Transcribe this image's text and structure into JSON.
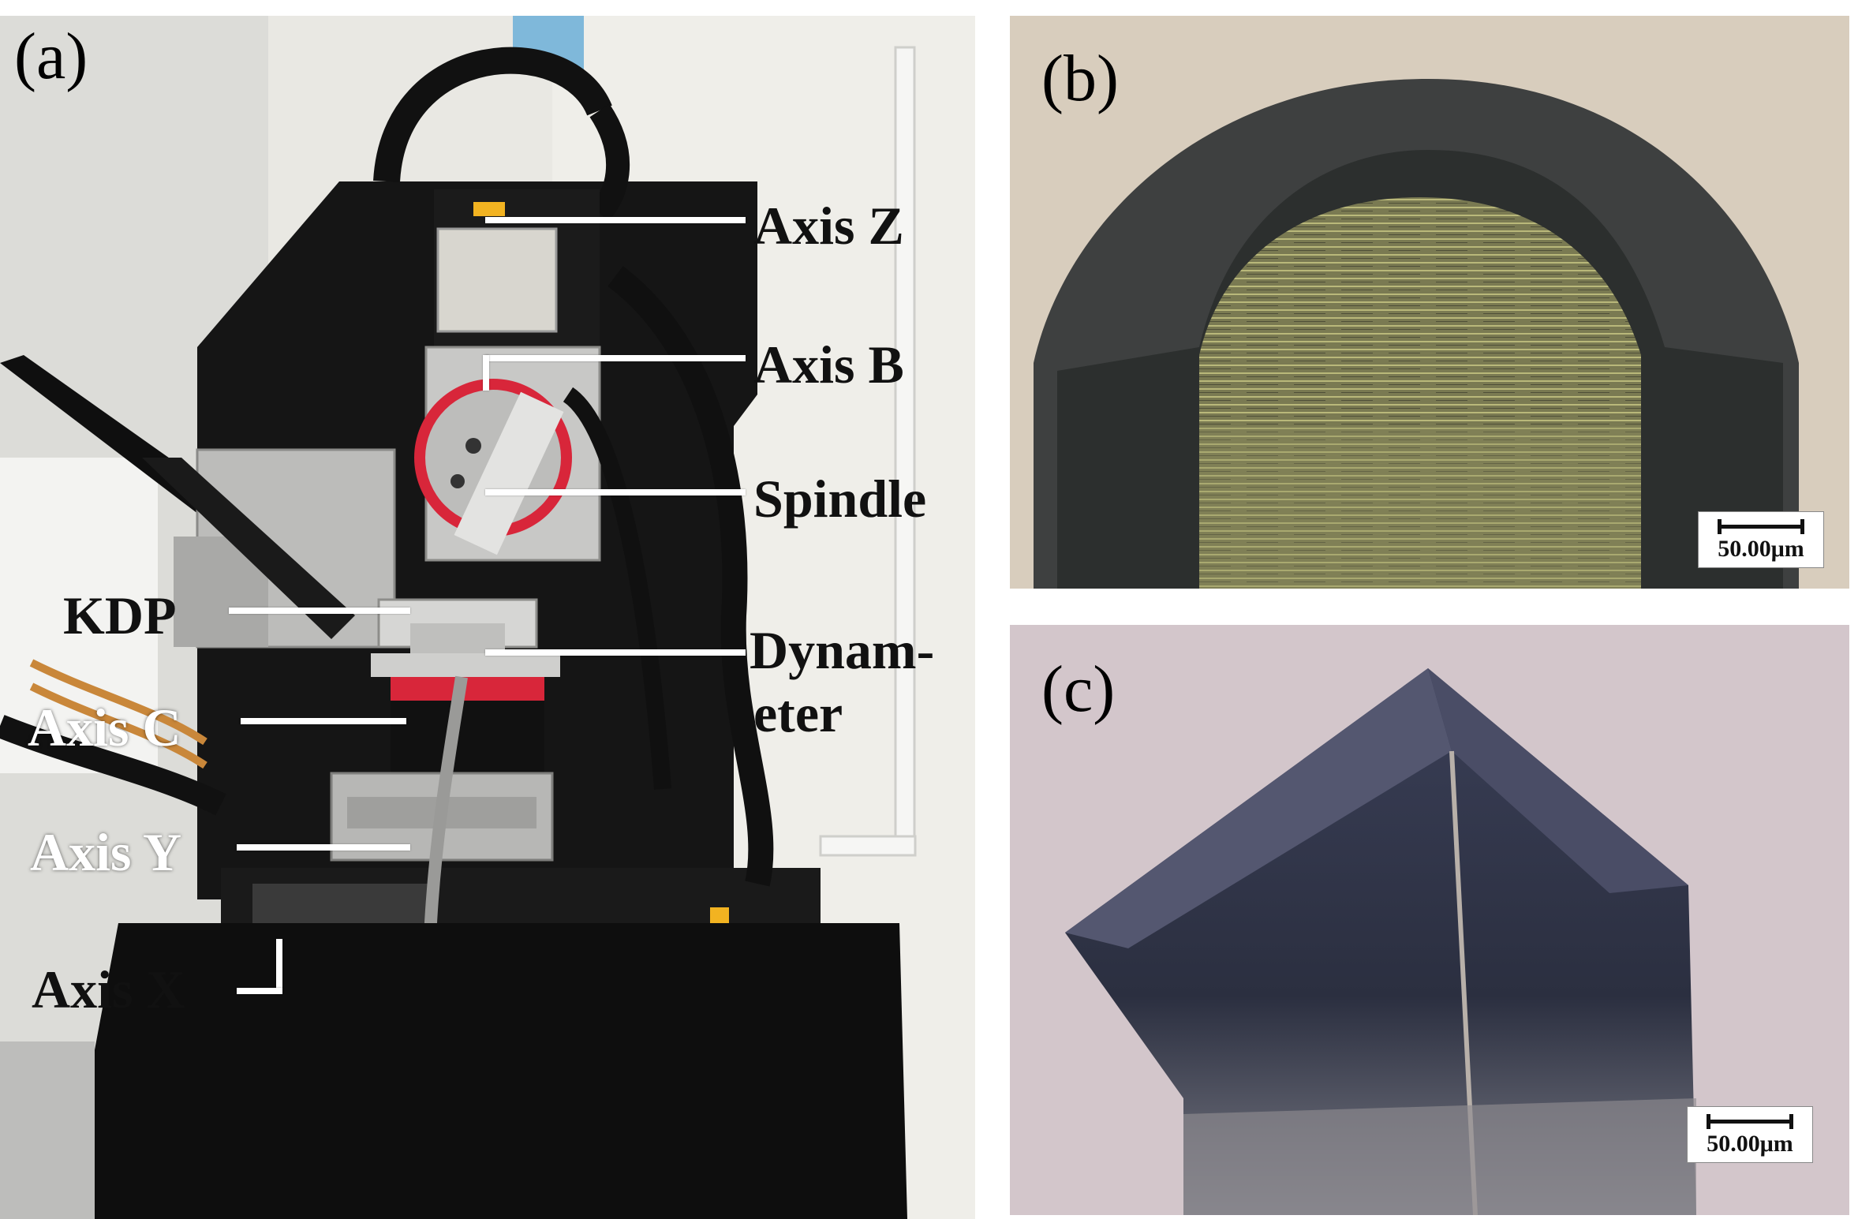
{
  "panels": {
    "a": {
      "label": "(a)",
      "callouts": {
        "axis_z": "Axis Z",
        "axis_b": "Axis B",
        "spindle": "Spindle",
        "kdp": "KDP",
        "dynameter_line1": "Dynam-",
        "dynameter_line2": "eter",
        "axis_c": "Axis C",
        "axis_y": "Axis Y",
        "axis_x": "Axis X"
      }
    },
    "b": {
      "label": "(b)",
      "scale_text": "50.00μm"
    },
    "c": {
      "label": "(c)",
      "scale_text": "50.00μm"
    }
  },
  "colors": {
    "machine_black": "#141414",
    "spindle_red": "#d8263a",
    "aluminum": "#c9c9c7",
    "wall": "#ecebe6",
    "tool_b_background": "#d9cfbf",
    "tool_c_background": "#d4c7cc",
    "leader_white": "#ffffff"
  }
}
